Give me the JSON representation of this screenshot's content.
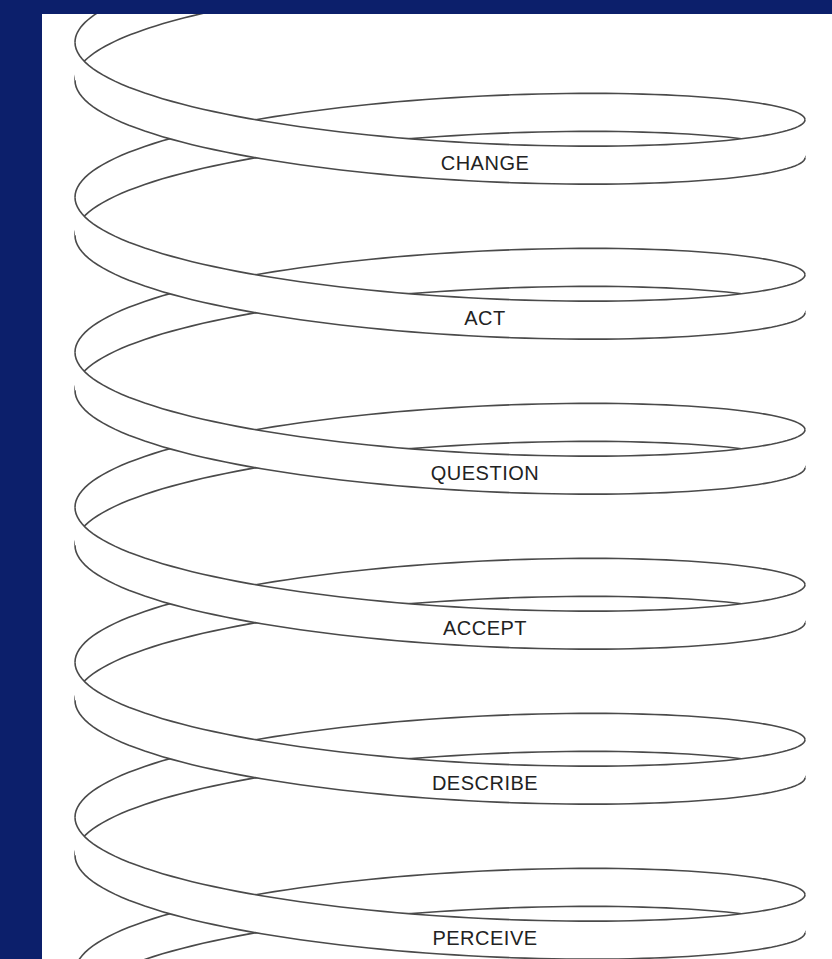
{
  "diagram": {
    "labels": [
      "CHANGE",
      "ACT",
      "QUESTION",
      "ACCEPT",
      "DESCRIBE",
      "PERCEIVE"
    ]
  }
}
